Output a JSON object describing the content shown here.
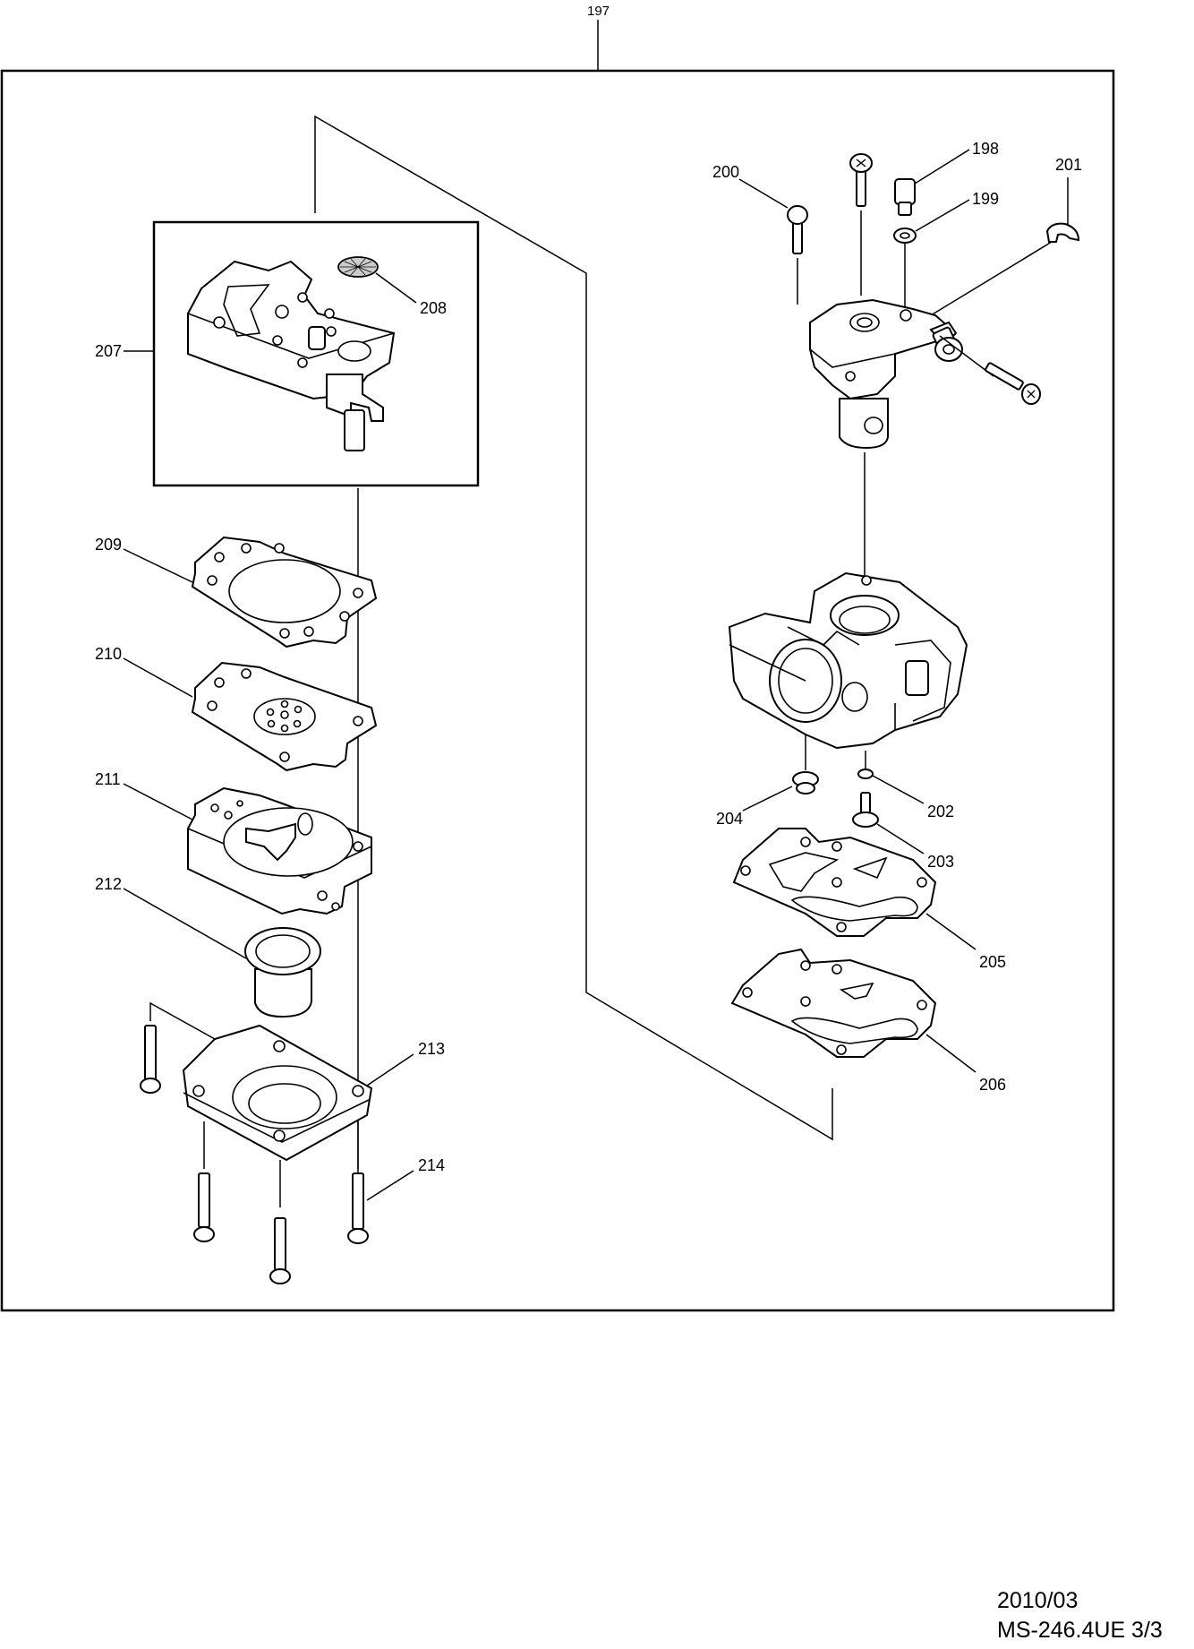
{
  "callouts": {
    "p197": "197",
    "p198": "198",
    "p199": "199",
    "p200": "200",
    "p201": "201",
    "p202": "202",
    "p203": "203",
    "p204": "204",
    "p205": "205",
    "p206": "206",
    "p207": "207",
    "p208": "208",
    "p209": "209",
    "p210": "210",
    "p211": "211",
    "p212": "212",
    "p213": "213",
    "p214": "214"
  },
  "footer": {
    "date": "2010/03",
    "code": "MS-246.4UE 3/3"
  }
}
